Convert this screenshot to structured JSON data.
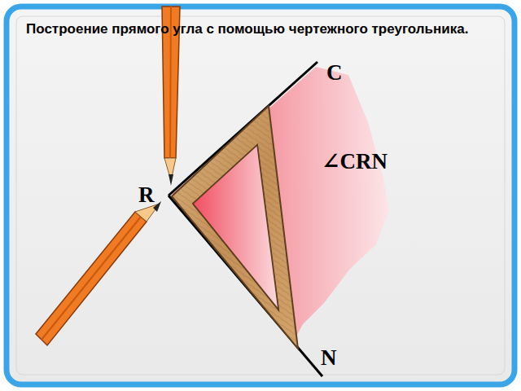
{
  "diagram": {
    "title": "Построение прямого угла с помощью чертежного треугольника.",
    "labels": [
      "C",
      "∠CRN",
      "R",
      "N"
    ]
  }
}
